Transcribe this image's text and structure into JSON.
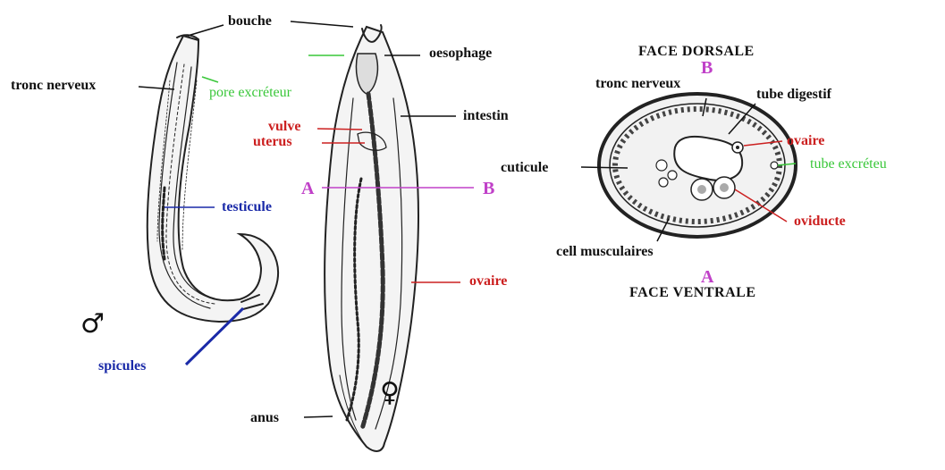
{
  "colors": {
    "black": "#111111",
    "green": "#39c739",
    "red": "#cc2020",
    "blue": "#1a2aa8",
    "magenta": "#c040c8"
  },
  "labels": {
    "bouche": "bouche",
    "tronc_nerveux_left": "tronc nerveux",
    "pore_excreteur": "pore excréteur",
    "testicule": "testicule",
    "spicules": "spicules",
    "male_symbol": "♂",
    "oesophage": "oesophage",
    "intestin": "intestin",
    "vulve": "vulve",
    "uterus": "uterus",
    "cut_A": "A",
    "cut_B": "B",
    "ovaire_female": "ovaire",
    "female_symbol": "♀",
    "anus": "anus"
  },
  "section": {
    "face_dorsale": "FACE DORSALE",
    "letter_B": "B",
    "tronc_nerveux": "tronc nerveux",
    "tube_digestif": "tube digestif",
    "ovaire": "ovaire",
    "cuticule": "cuticule",
    "tube_excreteu": "tube excréteu",
    "oviducte": "oviducte",
    "cell_musculaires": "cell musculaires",
    "letter_A": "A",
    "face_ventrale": "FACE VENTRALE"
  }
}
